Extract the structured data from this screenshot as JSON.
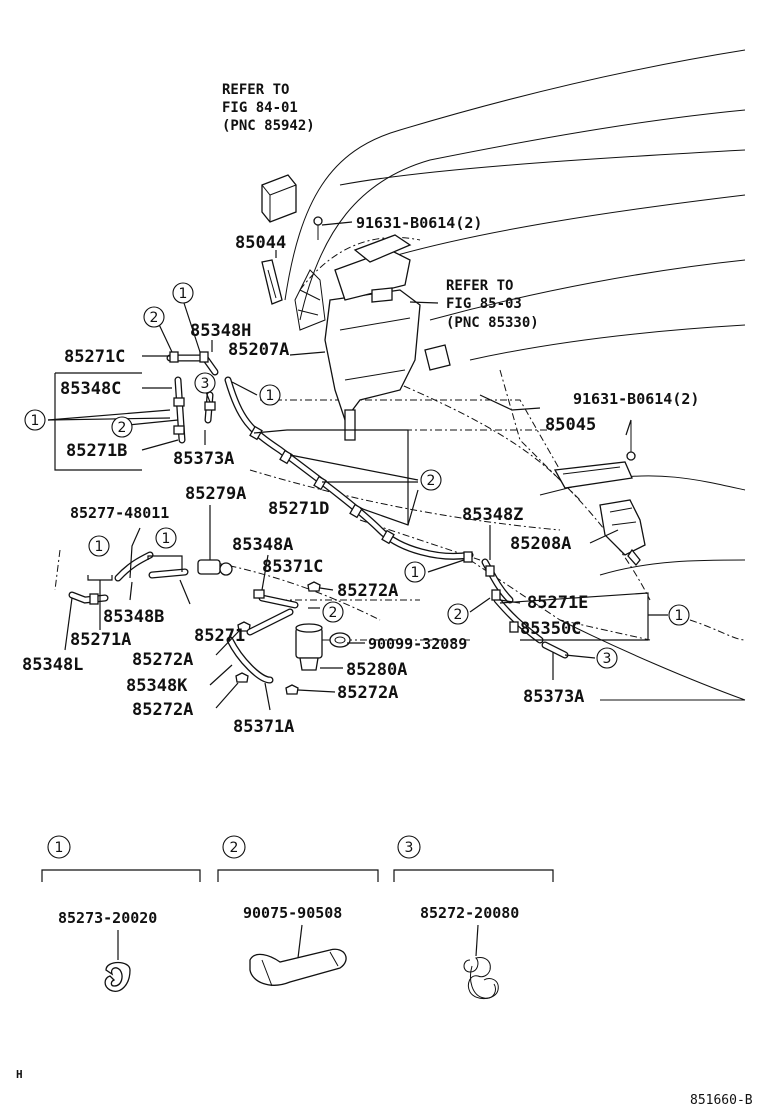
{
  "refers": [
    {
      "line1": "REFER TO",
      "line2": "FIG 84-01",
      "line3": "(PNC 85942)"
    },
    {
      "line1": "REFER TO",
      "line2": "FIG 85-03",
      "line3": "(PNC 85330)"
    }
  ],
  "part_labels": {
    "p91631_top": "91631-B0614(2)",
    "p85044": "85044",
    "p85348H": "85348H",
    "p85207A": "85207A",
    "p85271C": "85271C",
    "p85348C": "85348C",
    "p85271B": "85271B",
    "p85373A_left": "85373A",
    "p91631_right": "91631-B0614(2)",
    "p85045": "85045",
    "p85271D": "85271D",
    "p85348Z": "85348Z",
    "p85208A": "85208A",
    "p85277": "85277-48011",
    "p85279A": "85279A",
    "p85348A": "85348A",
    "p85371C": "85371C",
    "p85272A_1": "85272A",
    "p85271E": "85271E",
    "p85350C": "85350C",
    "p90099": "90099-32089",
    "p85280A": "85280A",
    "p85272A_2": "85272A",
    "p85272A_3": "85272A",
    "p85272A_4": "85272A",
    "p85348K": "85348K",
    "p85371A": "85371A",
    "p85373A_right": "85373A",
    "p85348B": "85348B",
    "p85271": "85271",
    "p85271A": "85271A",
    "p85348L": "85348L"
  },
  "callouts": [
    "1",
    "2",
    "3"
  ],
  "legend": [
    {
      "num": "1",
      "part": "85273-20020",
      "icon": "clip-icon"
    },
    {
      "num": "2",
      "part": "90075-90508",
      "icon": "band-clamp-icon"
    },
    {
      "num": "3",
      "part": "85272-20080",
      "icon": "wire-clip-icon"
    }
  ],
  "footer": {
    "left_mark": "H",
    "figure_id": "851660-B"
  }
}
